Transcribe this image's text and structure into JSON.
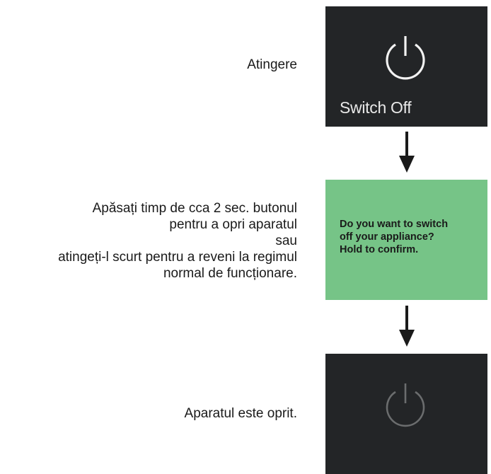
{
  "steps": [
    {
      "instruction": "Atingere",
      "panel_label": "Switch Off"
    },
    {
      "instruction_lines": [
        "Apăsați timp de cca 2 sec. butonul",
        "pentru a opri aparatul",
        "sau",
        "atingeți-l scurt pentru a reveni la regimul",
        "normal de funcționare."
      ],
      "panel_message_lines": [
        "Do you want to switch",
        "off your appliance?",
        "Hold to confirm."
      ]
    },
    {
      "instruction": "Aparatul este oprit."
    }
  ],
  "icons": [
    "power-icon",
    "arrow-down-icon"
  ],
  "colors": {
    "dark_panel": "#232527",
    "confirm_panel": "#76c487",
    "icon_dim": "#6b6d6e"
  }
}
